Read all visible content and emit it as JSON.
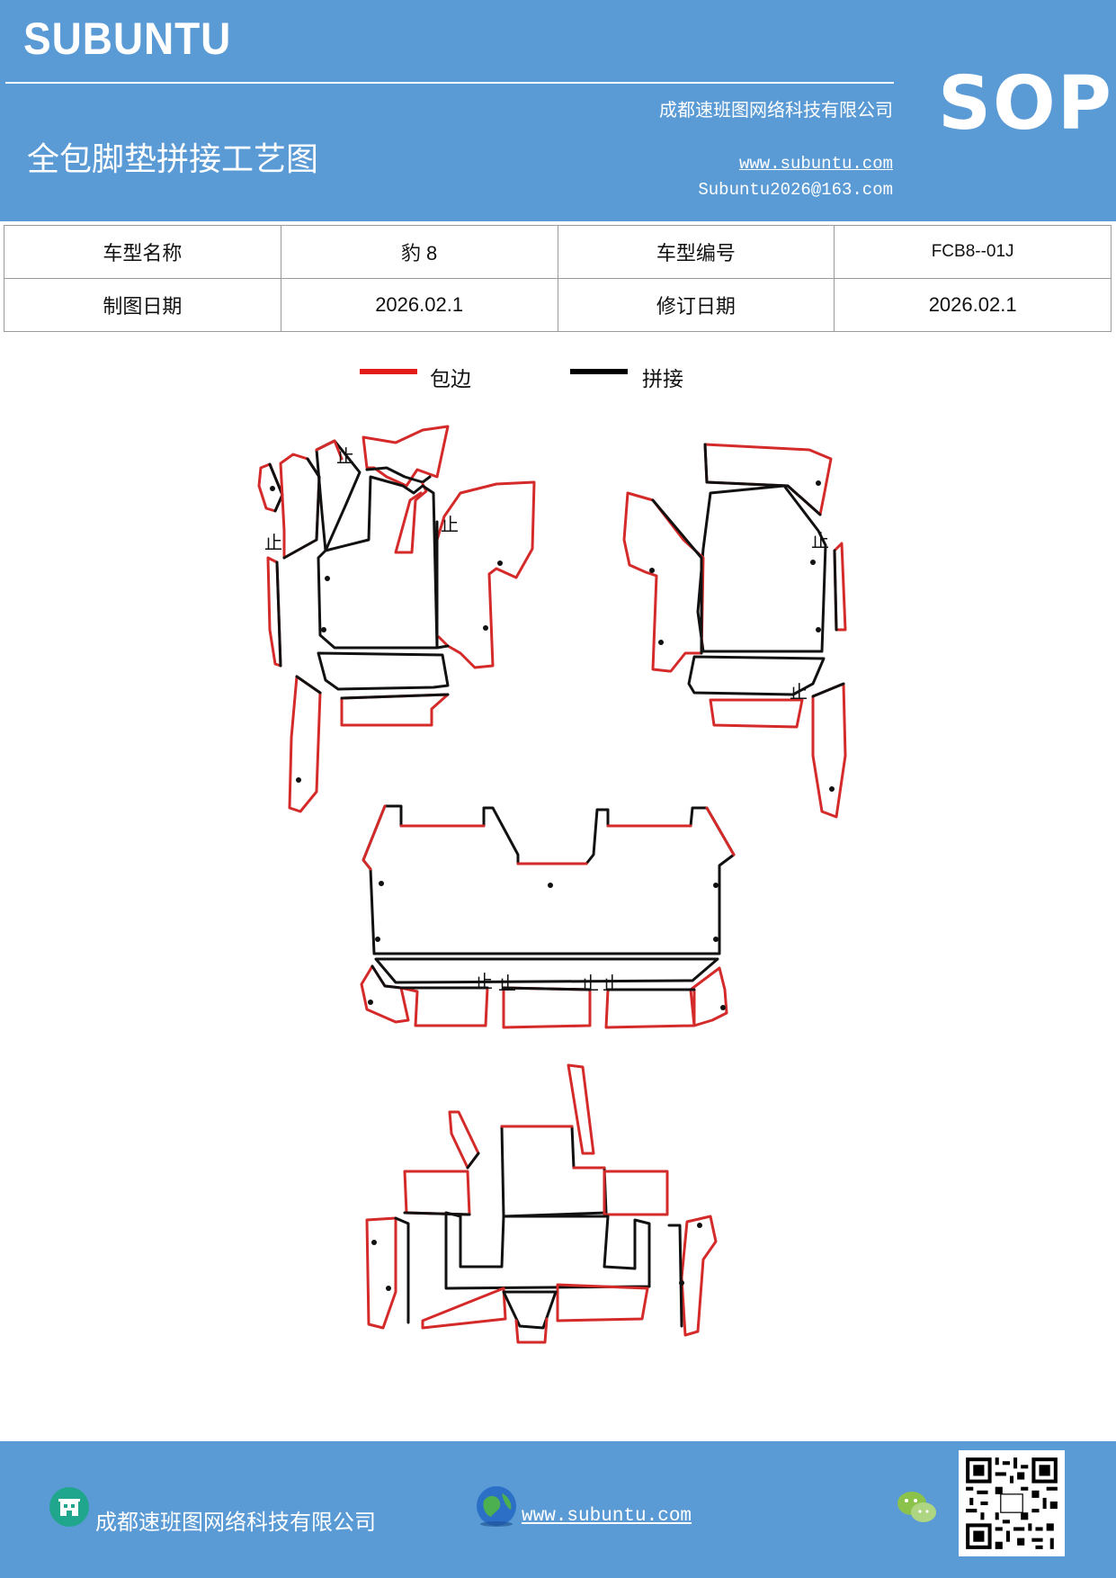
{
  "header": {
    "brand": "SUBUNTU",
    "company": "成都速班图网络科技有限公司",
    "title": "全包脚垫拼接工艺图",
    "website": "www.subuntu.com",
    "email": "Subuntu2026@163.com",
    "badge": "SOP"
  },
  "info_table": {
    "row1": {
      "label1": "车型名称",
      "value1": "豹 8",
      "label2": "车型编号",
      "value2": "FCB8--01J"
    },
    "row2": {
      "label1": "制图日期",
      "value1": "2026.02.1",
      "label2": "修订日期",
      "value2": "2026.02.1"
    }
  },
  "legend": {
    "items": [
      {
        "label": "包边",
        "color": "#e31b1b"
      },
      {
        "label": "拼接",
        "color": "#000000"
      }
    ]
  },
  "drawing": {
    "stop_mark": "止",
    "edge_color": "#d42a2a",
    "seam_color": "#111111"
  },
  "footer": {
    "company": "成都速班图网络科技有限公司",
    "website": "www.subuntu.com",
    "icons": [
      "building-icon",
      "globe-icon",
      "wechat-icon",
      "qr-code"
    ]
  },
  "colors": {
    "header_bg": "#5b9bd5"
  }
}
